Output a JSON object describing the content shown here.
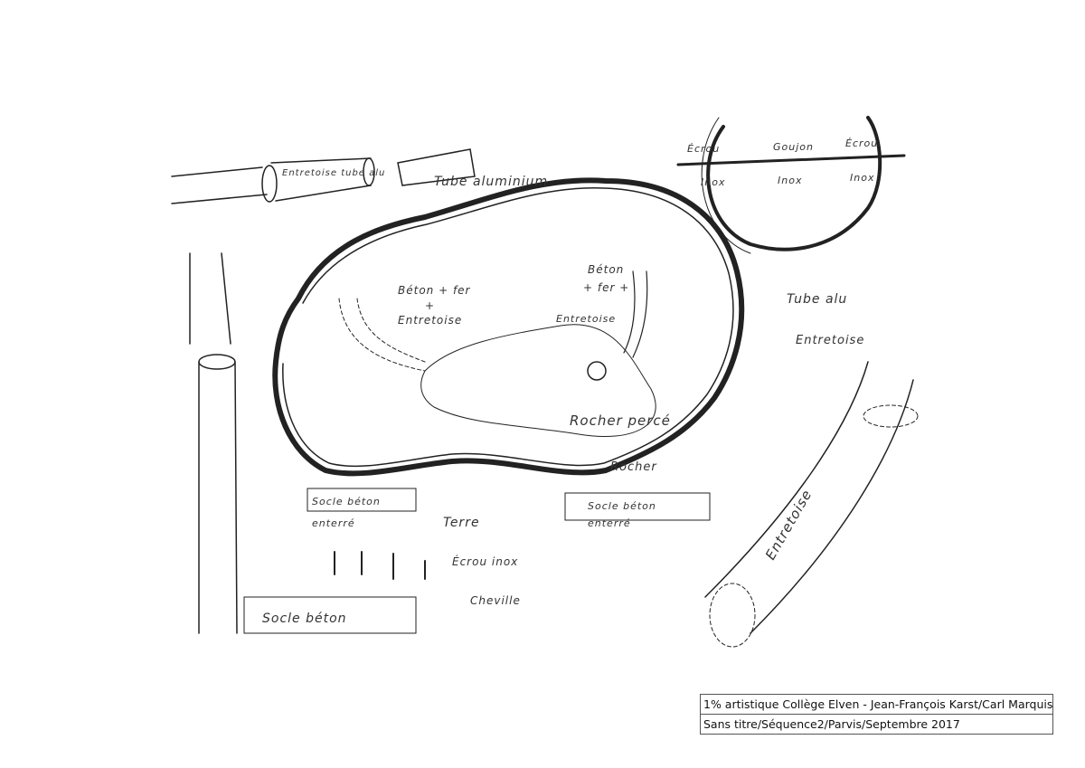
{
  "sketch": {
    "labels": {
      "spacer_tube": "Entretoise tube alu",
      "aluminium_tube": "Tube aluminium",
      "nut_left": "Écrou",
      "stud": "Goujon",
      "nut_right": "Écrou",
      "inox_1": "Inox",
      "inox_2": "Inox",
      "inox_3": "Inox",
      "tube_alu": "Tube alu",
      "spacer_right": "Entretoise",
      "concrete_left": "Béton + fer",
      "plus_left": "+",
      "spacer_left": "Entretoise",
      "concrete_right_1": "Béton",
      "concrete_right_2": "+ fer +",
      "spacer_mid": "Entretoise",
      "pierced_rock": "Rocher percé",
      "rock": "Rocher",
      "base_left_1": "Socle béton",
      "base_left_2": "enterré",
      "soil": "Terre",
      "base_right_1": "Socle béton",
      "base_right_2": "enterré",
      "nut_inox": "Écrou inox",
      "anchor": "Cheville",
      "base_bottom": "Socle béton",
      "spacer_big": "Entretoise"
    }
  },
  "caption": {
    "line1": "1% artistique Collège Elven - Jean-François Karst/Carl Marquis",
    "line2": "Sans titre/Séquence2/Parvis/Septembre 2017"
  }
}
